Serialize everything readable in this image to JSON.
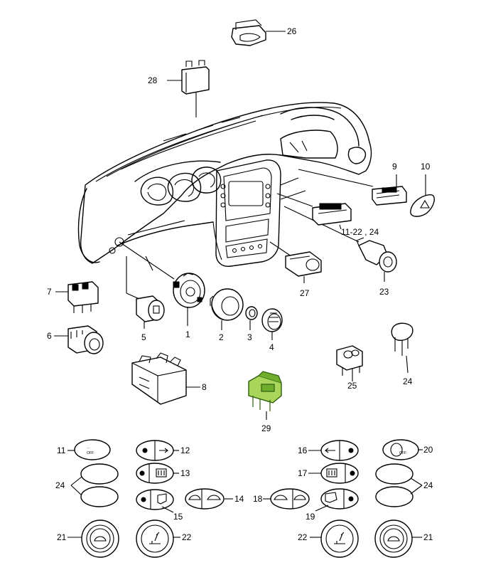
{
  "labels": {
    "p1": "1",
    "p2": "2",
    "p3": "3",
    "p4": "4",
    "p5": "5",
    "p6": "6",
    "p7": "7",
    "p8": "8",
    "p9": "9",
    "p10": "10",
    "p11_22_24": "11-22 , 24",
    "p23": "23",
    "p24_top": "24",
    "p25": "25",
    "p26": "26",
    "p27": "27",
    "p28": "28",
    "p29": "29",
    "left_11": "11",
    "left_24": "24",
    "left_21": "21",
    "mid_12": "12",
    "mid_13": "13",
    "mid_14": "14",
    "mid_15": "15",
    "mid_22": "22",
    "right_16": "16",
    "right_17": "17",
    "right_18": "18",
    "right_19": "19",
    "right_22": "22",
    "far_20": "20",
    "far_24": "24",
    "far_21": "21"
  },
  "switch_text": {
    "off_left": "OFF",
    "off_right": "OFF"
  },
  "highlight_color": "#a9d65a"
}
